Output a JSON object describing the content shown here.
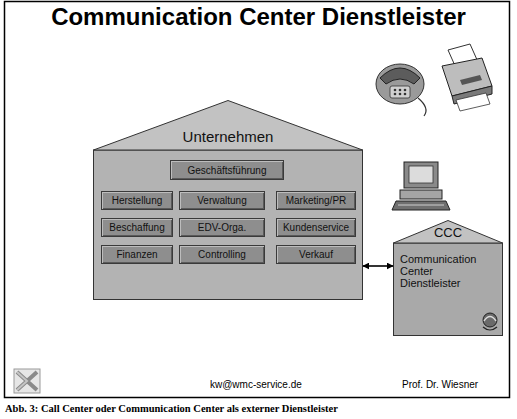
{
  "diagram": {
    "title": "Communication Center Dienstleister",
    "caption": "Abb. 3: Call Center oder Communication Center als externer Dienstleister",
    "nodes": [
      {
        "text": [
          "Unternehmen"
        ]
      },
      {
        "text": [
          "Geschäftsführung"
        ],
        "in": 0
      },
      {
        "text": [
          "Herstellung"
        ],
        "in": 0
      },
      {
        "text": [
          "Verwaltung"
        ],
        "in": 0
      },
      {
        "text": [
          "Marketing/PR"
        ],
        "in": 0
      },
      {
        "text": [
          "Beschaffung"
        ],
        "in": 0
      },
      {
        "text": [
          "EDV-Orga."
        ],
        "in": 0
      },
      {
        "text": [
          "Kundenservice"
        ],
        "in": 0
      },
      {
        "text": [
          "Finanzen"
        ],
        "in": 0
      },
      {
        "text": [
          "Controlling"
        ],
        "in": 0
      },
      {
        "text": [
          "Verkauf"
        ],
        "in": 0
      },
      {
        "text": [
          "CCC",
          "Communication Center Dienstleister"
        ]
      }
    ],
    "edges": [
      {
        "from": 0,
        "to": 11,
        "arrow": "both"
      }
    ],
    "labels": [
      "kw@wmc-service.de",
      "Prof. Dr. Wiesner"
    ]
  }
}
